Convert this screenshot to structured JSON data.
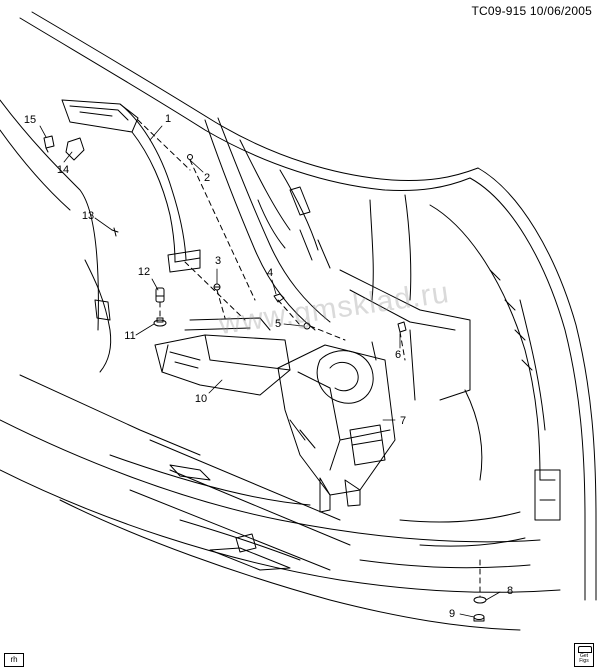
{
  "header": {
    "doc_id": "TC09-915  10/06/2005"
  },
  "callouts": [
    {
      "id": "1",
      "label": "1"
    },
    {
      "id": "2",
      "label": "2"
    },
    {
      "id": "3",
      "label": "3"
    },
    {
      "id": "4",
      "label": "4"
    },
    {
      "id": "5",
      "label": "5"
    },
    {
      "id": "6",
      "label": "6"
    },
    {
      "id": "7",
      "label": "7"
    },
    {
      "id": "8",
      "label": "8"
    },
    {
      "id": "9",
      "label": "9"
    },
    {
      "id": "10",
      "label": "10"
    },
    {
      "id": "11",
      "label": "11"
    },
    {
      "id": "12",
      "label": "12"
    },
    {
      "id": "13",
      "label": "13"
    },
    {
      "id": "14",
      "label": "14"
    },
    {
      "id": "15",
      "label": "15"
    }
  ],
  "watermark": "www.gmsklad.ru",
  "footer": {
    "corner_tag": "rh",
    "badge_text": "Get Figs"
  }
}
